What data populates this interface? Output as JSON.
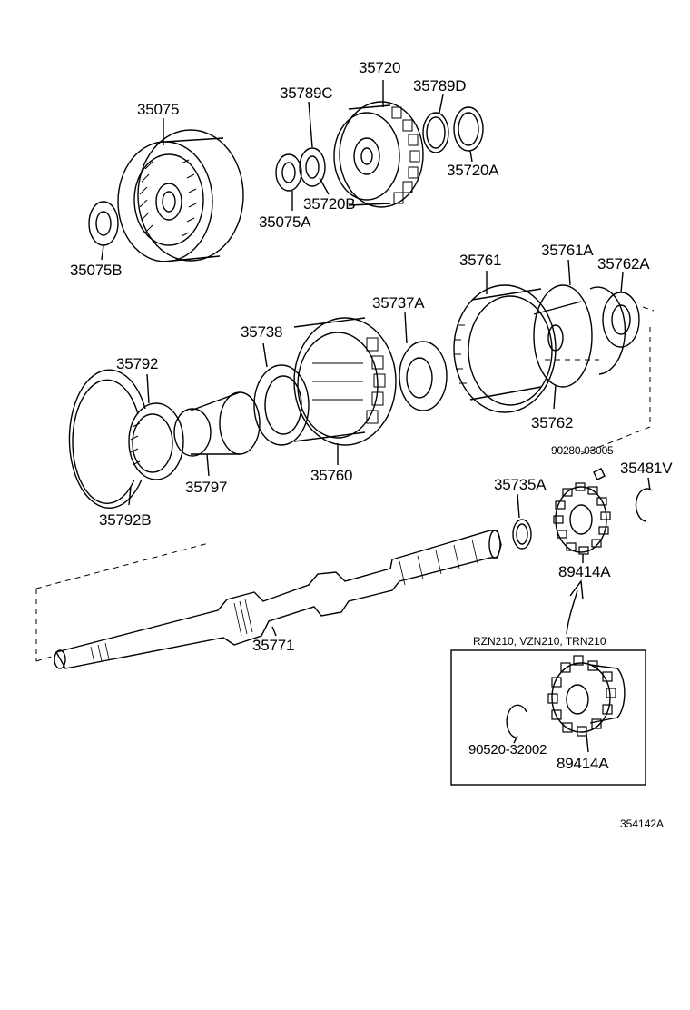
{
  "diagram": {
    "parts": {
      "p35075": "35075",
      "p35075B": "35075B",
      "p35789C": "35789C",
      "p35720": "35720",
      "p35789D": "35789D",
      "p35720A": "35720A",
      "p35720B": "35720B",
      "p35075A": "35075A",
      "p35761A": "35761A",
      "p35762A": "35762A",
      "p35761": "35761",
      "p35737A": "35737A",
      "p35738": "35738",
      "p35792": "35792",
      "p35762": "35762",
      "p90280": "90280-03005",
      "p35481V": "35481V",
      "p35735A": "35735A",
      "p35760": "35760",
      "p35797": "35797",
      "p35792B": "35792B",
      "p89414A_main": "89414A",
      "p35771": "35771",
      "p90520": "90520-32002",
      "p89414A_inset": "89414A"
    },
    "inset_models": "RZN210, VZN210, TRN210",
    "drawing_code": "354142A"
  }
}
